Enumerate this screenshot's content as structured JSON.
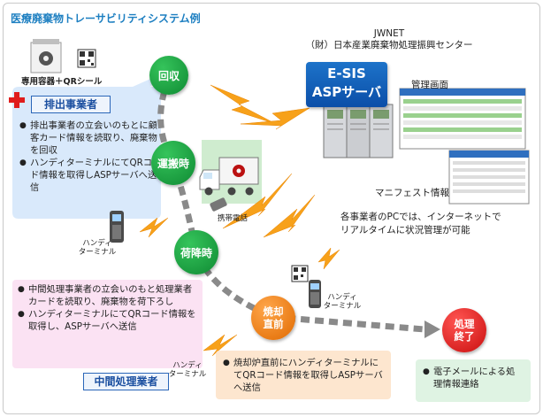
{
  "title": "医療廃棄物トレーサビリティシステム例",
  "jwnet": {
    "line1": "JWNET",
    "line2": "（財）日本産業廃棄物処理振興センター",
    "esis_line1": "E-SIS",
    "esis_line2": "ASPサーバ",
    "kanri_label": "管理画面",
    "manifest_label": "マニフェスト情報",
    "pc_note_line1": "各事業者のPCでは、インターネットで",
    "pc_note_line2": "リアルタイムに状況管理が可能"
  },
  "container_label": "専用容器＋QRシール",
  "haishutsu_label": "排出事業者",
  "chukan_label": "中間処理業者",
  "stages": {
    "kaishu": "回収",
    "unpan": "運搬時",
    "nioroshi": "荷降時",
    "shokyaku_1": "焼却",
    "shokyaku_2": "直前",
    "shori_1": "処理",
    "shori_2": "終了"
  },
  "box_haishutsu": [
    "排出事業者の立会いのもとに顧客カード情報を読取り、廃棄物を回収",
    "ハンディターミナルにてQRコード情報を取得しASPサーバへ送信"
  ],
  "box_chukan": [
    "中間処理事業者の立会いのもと処理業者カードを読取り、廃棄物を荷下ろし",
    "ハンディターミナルにてQRコード情報を取得し、ASPサーバへ送信"
  ],
  "box_shokyaku": [
    "焼却炉直前にハンディターミナルにてQRコード情報を取得しASPサーバへ送信"
  ],
  "box_shori": [
    "電子メールによる処理情報連絡"
  ],
  "cellphone_label": "携帯電話",
  "handy_terminal_1": "ハンディ",
  "handy_terminal_2": "ターミナル",
  "colors": {
    "title": "#1d7fc1",
    "stage_green": "#16a03e",
    "stage_orange": "#f08a12",
    "stage_red": "#e01c1c",
    "lightning": "#f7a11a",
    "bubble_blue": "#d9e9fb",
    "box_pink": "#fbe2f3",
    "box_orange": "#fde6cf",
    "box_green": "#dff3e3"
  }
}
